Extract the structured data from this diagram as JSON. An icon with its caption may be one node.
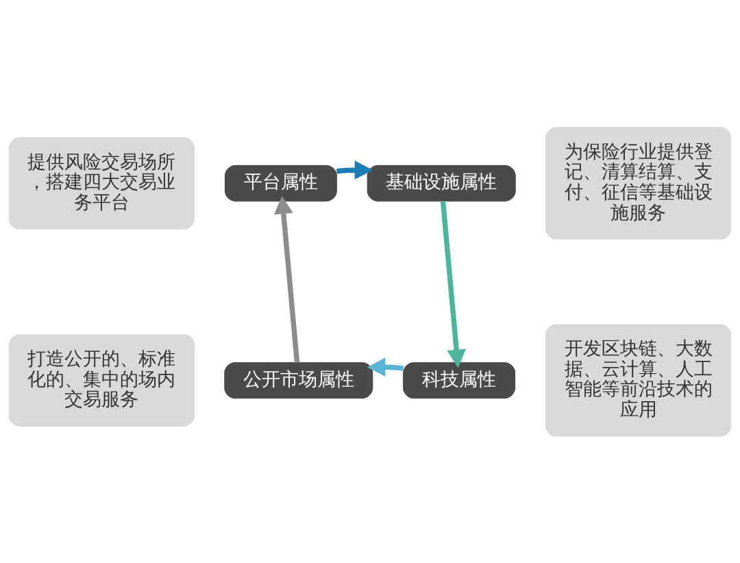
{
  "diagram": {
    "nodes": [
      {
        "text": [
          "提供风险交易场所，搭建四大交易业务平台"
        ]
      },
      {
        "text": [
          "为保险行业提供登记、清算结算、支付、征信等基础设施服务"
        ]
      },
      {
        "text": [
          "平台属性"
        ]
      },
      {
        "text": [
          "基础设施属性"
        ]
      },
      {
        "text": [
          "公开市场属性"
        ]
      },
      {
        "text": [
          "科技属性"
        ]
      },
      {
        "text": [
          "打造公开的、标准化的、集中的场内交易服务"
        ]
      },
      {
        "text": [
          "开发区块链、大数据、云计算、人工智能等前沿技术的应用"
        ]
      }
    ],
    "edges": [
      {
        "from": 2,
        "to": 3,
        "arrow": "to",
        "color": "#1b7db4"
      },
      {
        "from": 3,
        "to": 5,
        "arrow": "to",
        "color": "#4db59b"
      },
      {
        "from": 5,
        "to": 4,
        "arrow": "to",
        "color": "#5ab4d4"
      },
      {
        "from": 4,
        "to": 2,
        "arrow": "to",
        "color": "#8c8c8c"
      }
    ]
  }
}
